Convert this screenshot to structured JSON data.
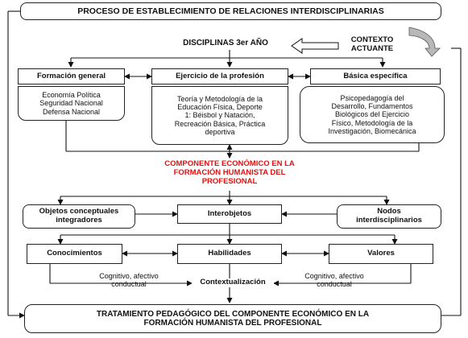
{
  "title": "PROCESO DE ESTABLECIMIENTO DE RELACIONES INTERDISCIPLINARIAS",
  "disciplinas": "DISCIPLINAS 3er AÑO",
  "contexto": [
    "CONTEXTO",
    "ACTUANTE"
  ],
  "areas": {
    "formacion_general": {
      "label": "Formación general",
      "content": [
        "Economía Política",
        "Seguridad Nacional",
        "Defensa Nacional"
      ]
    },
    "ejercicio_profesion": {
      "label": "Ejercicio de la profesión",
      "content": [
        "Teoría y Metodología de la",
        "Educación Física, Deporte",
        "1: Béisbol y Natación,",
        "Recreación Básica, Práctica",
        "deportiva"
      ]
    },
    "basica_especifica": {
      "label": "Básica específica",
      "content": [
        "Psicopedagogía del",
        "Desarrollo, Fundamentos",
        "Biológicos del Ejercicio",
        "Físico, Metodología de la",
        "Investigación, Biomecánica"
      ]
    }
  },
  "componente": [
    "COMPONENTE ECONÓMICO EN LA",
    "FORMACIÓN HUMANISTA DEL",
    "PROFESIONAL"
  ],
  "nodos_row": {
    "objetos": [
      "Objetos conceptuales",
      "integradores"
    ],
    "interobjetos": "Interobjetos",
    "nodos": [
      "Nodos",
      "interdisciplinarios"
    ]
  },
  "saberes": {
    "conocimientos": "Conocimientos",
    "habilidades": "Habilidades",
    "valores": "Valores"
  },
  "cognitivo_left": [
    "Cognitivo, afectivo",
    "conductual"
  ],
  "cognitivo_right": [
    "Cognitivo, afectivo",
    "conductual"
  ],
  "contextualizacion": "Contextualización",
  "tratamiento": [
    "TRATAMIENTO PEDAGÓGICO DEL COMPONENTE ECONÓMICO EN LA",
    "FORMACIÓN HUMANISTA DEL PROFESIONAL"
  ]
}
